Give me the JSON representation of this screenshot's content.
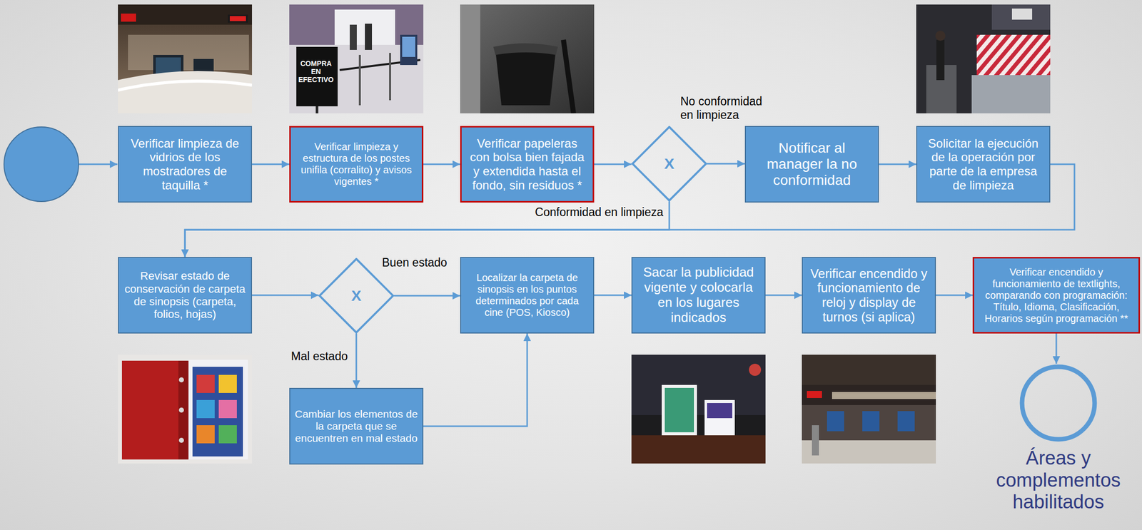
{
  "diagram": {
    "nodes": [
      {
        "text": [
          "Verificar limpieza de vidrios de los mostradores de taquilla *"
        ]
      },
      {
        "text": [
          "Verificar limpieza y estructura de los postes unifila (corralito) y avisos vigentes *"
        ]
      },
      {
        "text": [
          "Verificar papeleras con bolsa bien fajada y extendida hasta el fondo, sin residuos *"
        ]
      },
      {
        "text": [
          "X"
        ]
      },
      {
        "text": [
          "Notificar al manager la no conformidad"
        ]
      },
      {
        "text": [
          "Solicitar la ejecución de la operación por parte de la empresa de limpieza"
        ]
      },
      {
        "text": [
          "Revisar estado de conservación de carpeta de sinopsis (carpeta, folios, hojas)"
        ]
      },
      {
        "text": [
          "X"
        ]
      },
      {
        "text": [
          "Localizar la carpeta de sinopsis en los puntos determinados por cada cine (POS, Kiosco)"
        ]
      },
      {
        "text": [
          "Cambiar los elementos de la carpeta que se encuentren en mal estado"
        ]
      },
      {
        "text": [
          "Sacar la publicidad vigente y colocarla en los lugares indicados"
        ]
      },
      {
        "text": [
          "Verificar encendido y funcionamiento de reloj y display de turnos (si aplica)"
        ]
      },
      {
        "text": [
          "Verificar encendido y funcionamiento de textlights, comparando con programación: Título, Idioma, Clasificación, Horarios según programación **"
        ]
      },
      {
        "text": [
          "Áreas y complementos habilitados"
        ]
      }
    ],
    "edges": [
      {
        "from": 0,
        "to": 1,
        "arrow": "to"
      },
      {
        "from": 1,
        "to": 2,
        "arrow": "to"
      },
      {
        "from": 2,
        "to": 3,
        "arrow": "to"
      },
      {
        "from": 3,
        "to": 4,
        "label": "No conformidad en limpieza",
        "arrow": "to"
      },
      {
        "from": 4,
        "to": 5,
        "arrow": "to"
      },
      {
        "from": 5,
        "to": 6,
        "arrow": "to"
      },
      {
        "from": 3,
        "to": 6,
        "label": "Conformidad en limpieza",
        "arrow": "to"
      },
      {
        "from": 6,
        "to": 7,
        "arrow": "to"
      },
      {
        "from": 7,
        "to": 8,
        "label": "Buen estado",
        "arrow": "to"
      },
      {
        "from": 7,
        "to": 9,
        "label": "Mal estado",
        "arrow": "to"
      },
      {
        "from": 9,
        "to": 8,
        "arrow": "to"
      },
      {
        "from": 8,
        "to": 10,
        "arrow": "to"
      },
      {
        "from": 10,
        "to": 11,
        "arrow": "to"
      },
      {
        "from": 11,
        "to": 12,
        "arrow": "to"
      },
      {
        "from": 12,
        "to": 13,
        "arrow": "to"
      }
    ],
    "labels": [
      "COMPRA EN EFECTIVO"
    ]
  }
}
